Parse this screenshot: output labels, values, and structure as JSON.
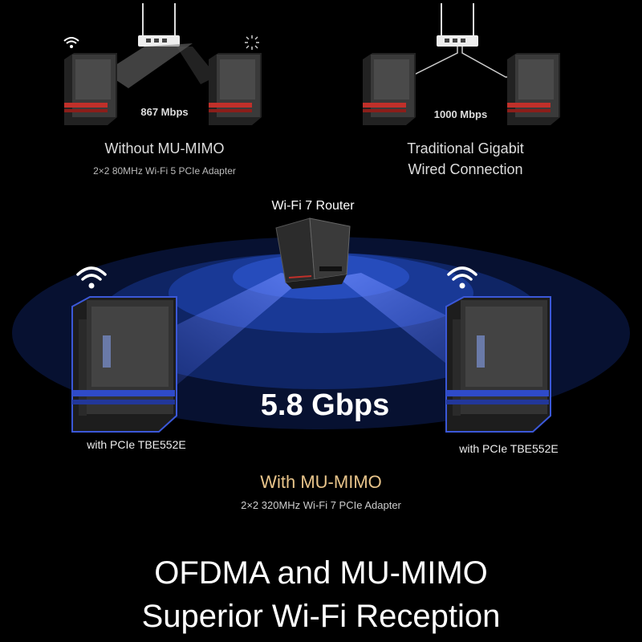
{
  "top_left": {
    "speed": "867 Mbps",
    "title": "Without MU-MIMO",
    "subtitle": "2×2 80MHz Wi-Fi 5 PCIe Adapter"
  },
  "top_right": {
    "speed": "1000 Mbps",
    "title_line1": "Traditional Gigabit",
    "title_line2": "Wired Connection"
  },
  "middle": {
    "router_label": "Wi-Fi 7 Router",
    "speed": "5.8 Gbps",
    "left_pc_label": "with PCIe TBE552E",
    "right_pc_label": "with PCIe TBE552E",
    "title": "With MU-MIMO",
    "subtitle": "2×2 320MHz Wi-Fi 7 PCIe Adapter"
  },
  "bottom": {
    "headline_line1": "OFDMA and MU-MIMO",
    "headline_line2": "Superior Wi-Fi Reception"
  },
  "colors": {
    "background": "#000000",
    "accent_gold": "#e8c48a",
    "glow_blue": "#1e3f9a",
    "beam_blue": "#4a6cff",
    "pc_red_stripe": "#c0302a"
  },
  "icons": [
    "wifi-icon",
    "wifi-weak-icon",
    "router-icon",
    "pc-tower-icon"
  ]
}
